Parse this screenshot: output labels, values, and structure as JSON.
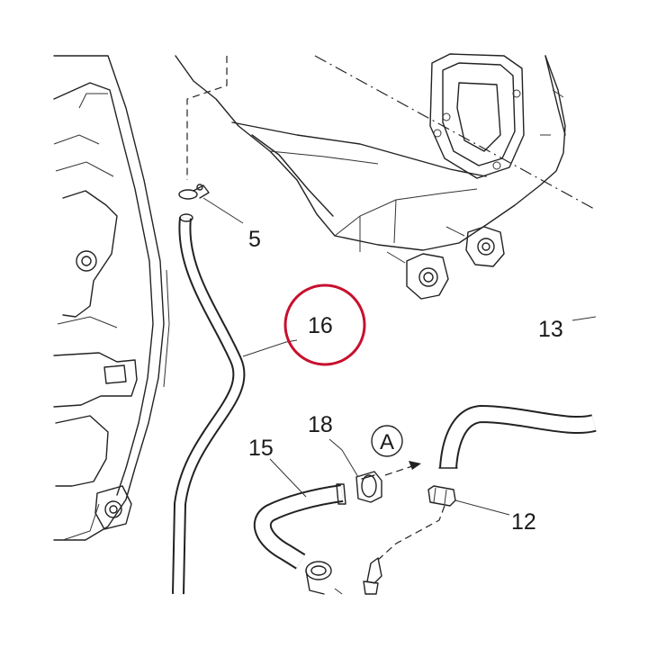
{
  "diagram": {
    "highlight_color": "#c8102e",
    "line_color": "#222222",
    "highlighted_part": "16",
    "labels": {
      "p5": "5",
      "p12": "12",
      "p13": "13",
      "p15": "15",
      "p16": "16",
      "p18": "18",
      "view_a": "A"
    }
  }
}
